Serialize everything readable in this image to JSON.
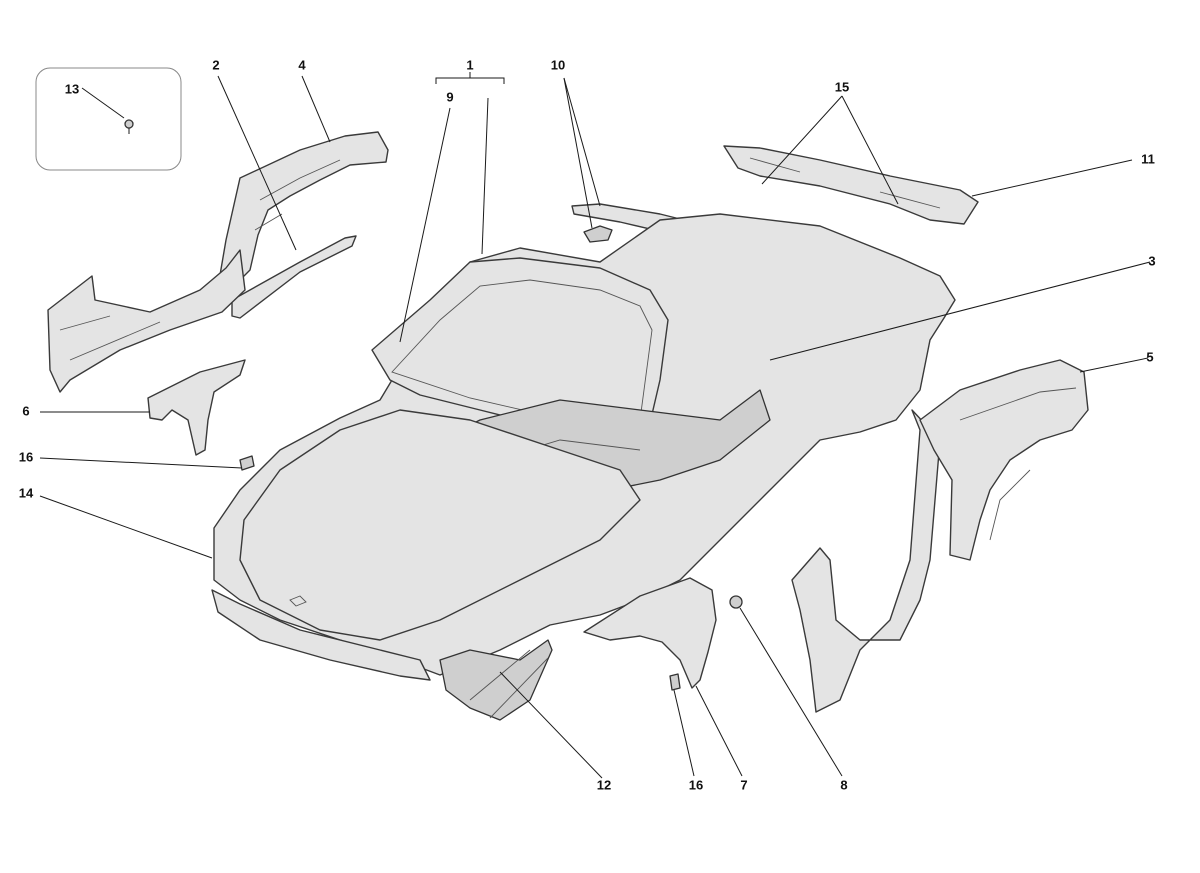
{
  "diagram": {
    "callouts": {
      "c1": "1",
      "c2": "2",
      "c3": "3",
      "c4": "4",
      "c5": "5",
      "c6": "6",
      "c7": "7",
      "c8": "8",
      "c9": "9",
      "c10": "10",
      "c11": "11",
      "c12": "12",
      "c13": "13",
      "c14": "14",
      "c15": "15",
      "c16a": "16",
      "c16b": "16"
    }
  }
}
